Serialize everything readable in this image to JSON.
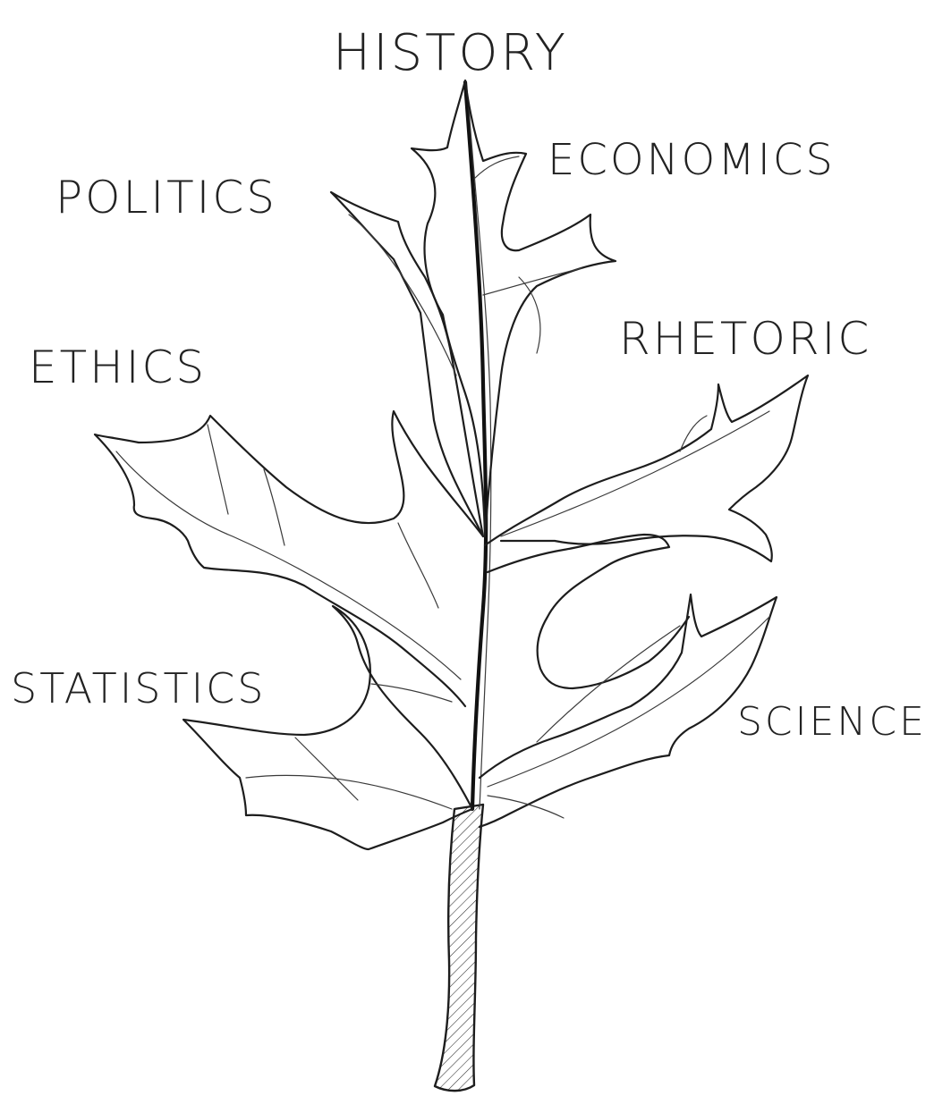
{
  "labels": {
    "history": "HISTORY",
    "politics": "POLITICS",
    "economics": "ECONOMICS",
    "ethics": "ETHICS",
    "rhetoric": "RHETORIC",
    "statistics": "STATISTICS",
    "science": "SCIENCE"
  },
  "colors": {
    "ink": "#1d1d1d",
    "background": "#ffffff"
  }
}
